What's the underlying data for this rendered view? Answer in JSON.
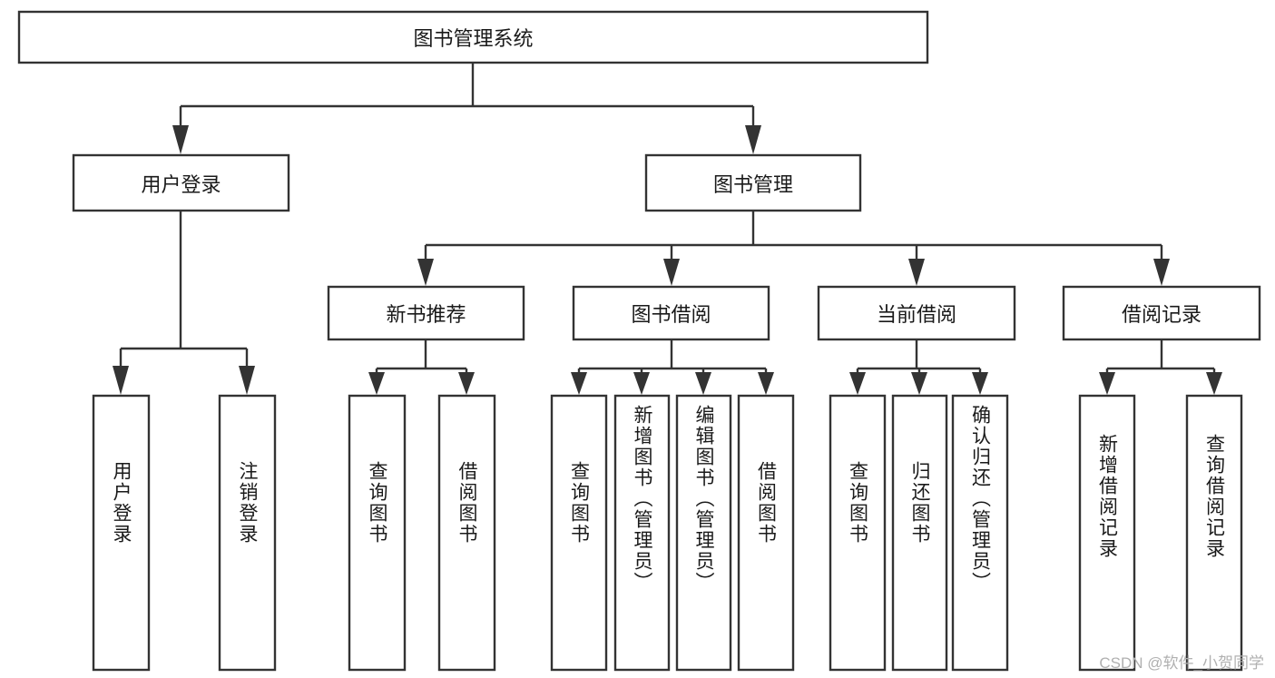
{
  "diagram": {
    "title": "图书管理系统",
    "type": "tree-hierarchy",
    "watermark": "CSDN @软件_小贺同学",
    "root": {
      "label": "图书管理系统"
    },
    "level2": [
      {
        "label": "用户登录"
      },
      {
        "label": "图书管理"
      }
    ],
    "level3": [
      {
        "label": "新书推荐"
      },
      {
        "label": "图书借阅"
      },
      {
        "label": "当前借阅"
      },
      {
        "label": "借阅记录"
      }
    ],
    "leaves": {
      "user_login": [
        {
          "label": "用户登录"
        },
        {
          "label": "注销登录"
        }
      ],
      "new_book_recommend": [
        {
          "label": "查询图书"
        },
        {
          "label": "借阅图书"
        }
      ],
      "book_borrow": [
        {
          "label": "查询图书"
        },
        {
          "label": "新增图书（管理员）"
        },
        {
          "label": "编辑图书（管理员）"
        },
        {
          "label": "借阅图书"
        }
      ],
      "current_borrow": [
        {
          "label": "查询图书"
        },
        {
          "label": "归还图书"
        },
        {
          "label": "确认归还（管理员）"
        }
      ],
      "borrow_record": [
        {
          "label": "新增借阅记录"
        },
        {
          "label": "查询借阅记录"
        }
      ]
    },
    "colors": {
      "stroke": "#333333",
      "fill": "#ffffff",
      "text": "#1a1a1a",
      "watermark": "#b0b0b0"
    }
  }
}
